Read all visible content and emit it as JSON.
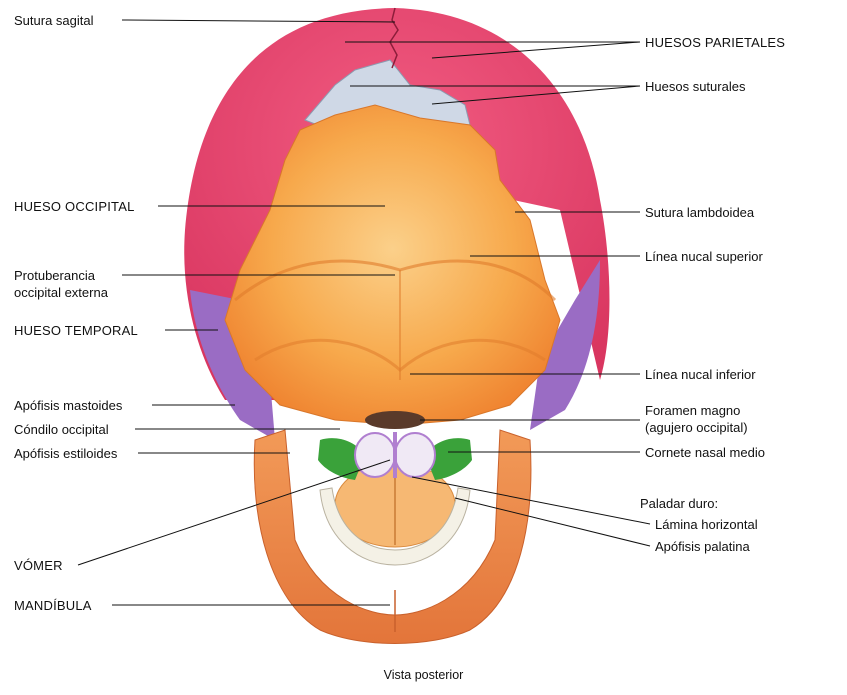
{
  "labels_left": {
    "sutura_sagital": "Sutura sagital",
    "hueso_occipital": "HUESO OCCIPITAL",
    "protuberancia_line1": "Protuberancia",
    "protuberancia_line2": "occipital externa",
    "hueso_temporal": "HUESO TEMPORAL",
    "apofisis_mastoides": "Apófisis mastoides",
    "condilo_occipital": "Cóndilo occipital",
    "apofisis_estiloides": "Apófisis estiloides",
    "vomer": "VÓMER",
    "mandibula": "MANDÍBULA"
  },
  "labels_right": {
    "huesos_parietales": "HUESOS PARIETALES",
    "huesos_suturales": "Huesos suturales",
    "sutura_lambdoidea": "Sutura lambdoidea",
    "linea_nucal_superior": "Línea nucal superior",
    "linea_nucal_inferior": "Línea nucal inferior",
    "foramen_line1": "Foramen magno",
    "foramen_line2": "(agujero occipital)",
    "cornete": "Cornete nasal medio",
    "paladar_duro": "Paladar duro:",
    "lamina_horizontal": "Lámina horizontal",
    "apofisis_palatina": "Apófisis palatina"
  },
  "caption": "Vista posterior",
  "colors": {
    "parietal": "#e8476e",
    "sutural": "#cfd8e6",
    "occipital": "#f59a3c",
    "occipital_light": "#f8c27a",
    "temporal": "#9a6cc4",
    "mandible": "#ef8a4a",
    "cornete": "#3aa23a",
    "vomer": "#b07fd0",
    "teeth": "#f4f1e6",
    "leader": "#111111"
  }
}
